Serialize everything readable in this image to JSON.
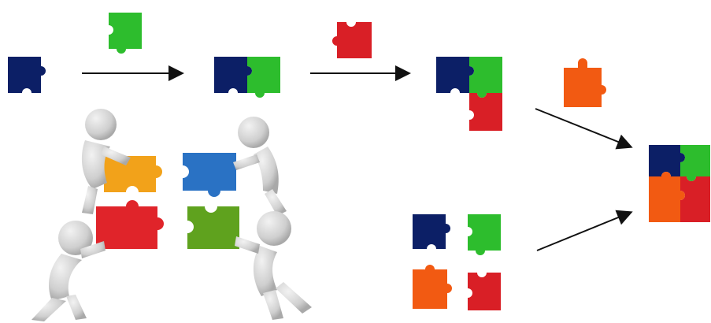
{
  "colors": {
    "navy": "#0c1f66",
    "green": "#2dbd2d",
    "red": "#d91f26",
    "orange": "#f25a12",
    "arrow": "#111111",
    "figure": "#d6d6d6",
    "figure_shade": "#a9a9a9",
    "scene_orange": "#f2a21a",
    "scene_blue": "#2a72c4",
    "scene_red": "#e0242a",
    "scene_green": "#5fa21e"
  },
  "pieces": {
    "step1_base": "navy-puzzle-piece",
    "step1_add": "green-puzzle-piece",
    "step2_add": "red-puzzle-piece",
    "step3_add": "orange-puzzle-piece"
  },
  "illustration": "four-figures-assembling-puzzle"
}
